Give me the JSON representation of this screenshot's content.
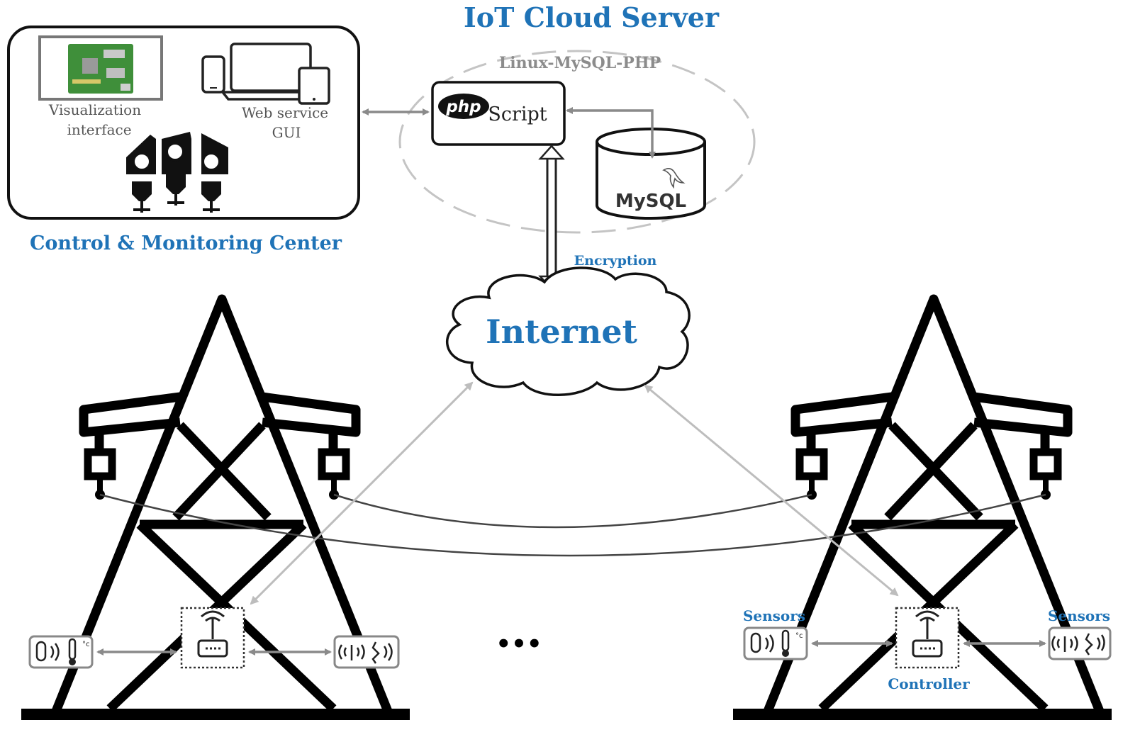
{
  "cloud_server": {
    "title": "IoT Cloud Server",
    "stack_label": "Linux-MySQL-PHP",
    "php_logo": "php",
    "script_label": "Script",
    "db_label": "MySQL",
    "db_icon": "dolphin-icon"
  },
  "control_center": {
    "title": "Control & Monitoring Center",
    "visualization_label_line1": "Visualization",
    "visualization_label_line2": "interface",
    "web_service_label_line1": "Web service",
    "web_service_label_line2": "GUI"
  },
  "network": {
    "encryption_label": "Encryption",
    "internet_label": "Internet",
    "ellipsis": "•••"
  },
  "tower_right": {
    "sensors_left_label": "Sensors",
    "sensors_right_label": "Sensors",
    "controller_label": "Controller"
  },
  "colors": {
    "accent_blue": "#1f73b7",
    "arrow_gray": "#8a8a8a",
    "light_arrow_gray": "#b9b9b9",
    "tower_black": "#000000"
  }
}
